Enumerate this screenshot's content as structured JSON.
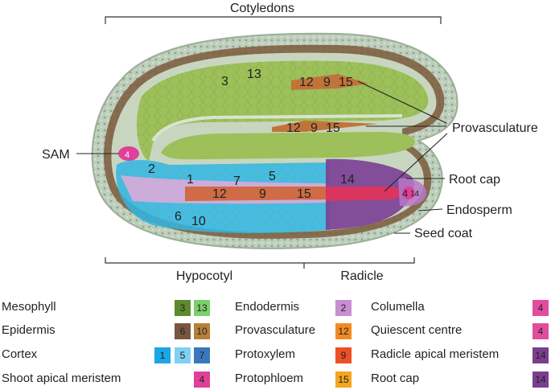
{
  "labels": {
    "cotyledons": "Cotyledons",
    "hypocotyl": "Hypocotyl",
    "radicle": "Radicle",
    "sam": "SAM",
    "provasculature": "Provasculature",
    "root_cap": "Root cap",
    "endosperm": "Endosperm",
    "seed_coat": "Seed coat"
  },
  "region_numbers": {
    "cot_top": [
      "3",
      "13"
    ],
    "cot_top_prov": [
      "12",
      "9",
      "15"
    ],
    "cot_bottom_prov": [
      "12",
      "9",
      "15"
    ],
    "sam": "4",
    "endodermis": "2",
    "cortex": [
      "1",
      "7",
      "5"
    ],
    "hyp_prov": [
      "12",
      "9",
      "15"
    ],
    "epidermis": [
      "6",
      "10"
    ],
    "radicle_meristem": "14",
    "root_tip": [
      "4",
      "14"
    ]
  },
  "legend": {
    "col1": [
      {
        "label": "Mesophyll",
        "swatches": [
          {
            "num": "3",
            "color": "#5c8a2e"
          },
          {
            "num": "13",
            "color": "#7ccf6a"
          }
        ]
      },
      {
        "label": "Epidermis",
        "swatches": [
          {
            "num": "6",
            "color": "#7a5540"
          },
          {
            "num": "10",
            "color": "#b67f3a"
          }
        ]
      },
      {
        "label": "Cortex",
        "swatches": [
          {
            "num": "1",
            "color": "#1ba6e6"
          },
          {
            "num": "5",
            "color": "#7fd0f4"
          },
          {
            "num": "7",
            "color": "#3a78bd"
          }
        ]
      },
      {
        "label": "Shoot apical meristem",
        "swatches": [
          {
            "num": "4",
            "color": "#e0409a"
          }
        ]
      }
    ],
    "col2": [
      {
        "label": "Endodermis",
        "swatches": [
          {
            "num": "2",
            "color": "#c78ed0"
          }
        ]
      },
      {
        "label": "Provasculature",
        "swatches": [
          {
            "num": "12",
            "color": "#f28a22"
          }
        ]
      },
      {
        "label": "Protoxylem",
        "swatches": [
          {
            "num": "9",
            "color": "#ee4f26"
          }
        ]
      },
      {
        "label": "Protophloem",
        "swatches": [
          {
            "num": "15",
            "color": "#f5a51f"
          }
        ]
      }
    ],
    "col3": [
      {
        "label": "Columella",
        "swatches": [
          {
            "num": "4",
            "color": "#e24c9e"
          }
        ]
      },
      {
        "label": "Quiescent centre",
        "swatches": [
          {
            "num": "4",
            "color": "#e24c9e"
          }
        ]
      },
      {
        "label": "Radicle apical meristem",
        "swatches": [
          {
            "num": "14",
            "color": "#7b3f8f"
          }
        ]
      },
      {
        "label": "Root cap",
        "swatches": [
          {
            "num": "14",
            "color": "#7b3f8f"
          }
        ]
      }
    ]
  }
}
